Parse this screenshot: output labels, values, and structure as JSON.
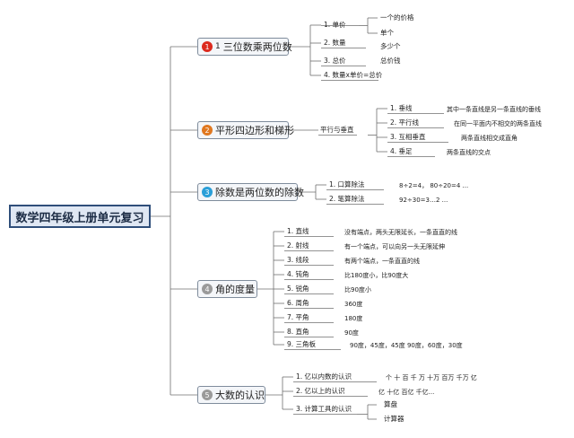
{
  "root": {
    "title": "数学四年级上册单元复习"
  },
  "badge_color": "#dc5a1e",
  "branches": [
    {
      "num": "1",
      "prefix": "1",
      "title": "三位数乘两位数",
      "items": [
        {
          "label": "1. 单价",
          "subs": [
            "一个的价格",
            "单个"
          ]
        },
        {
          "label": "2. 数量",
          "value": "多少个"
        },
        {
          "label": "3. 总价",
          "value": "总价钱"
        },
        {
          "label": "4. 数量x单价=总价"
        }
      ]
    },
    {
      "num": "2",
      "title": "平形四边形和梯形",
      "mid": "平行与垂直",
      "items": [
        {
          "label": "1. 垂线",
          "value": "其中一条直线是另一条直线的垂线"
        },
        {
          "label": "2. 平行线",
          "value": "在同一平面内不相交的两条直线"
        },
        {
          "label": "3. 互相垂直",
          "value": "两条直线相交成直角"
        },
        {
          "label": "4. 垂足",
          "value": "两条直线的交点"
        }
      ]
    },
    {
      "num": "3",
      "title": "除数是两位数的除数",
      "items": [
        {
          "label": "1. 口算除法",
          "value": "8÷2=4， 80÷20=4 ..."
        },
        {
          "label": "2. 笔算除法",
          "value": "92÷30=3…2 ..."
        }
      ]
    },
    {
      "num": "4",
      "title": "角的度量",
      "items": [
        {
          "label": "1. 直线",
          "value": "没有端点，两头无限延长，一条直直的线"
        },
        {
          "label": "2. 射线",
          "value": "有一个端点，可以向另一头无限延伸"
        },
        {
          "label": "3. 线段",
          "value": "有两个端点，一条直直的线"
        },
        {
          "label": "4. 钝角",
          "value": "比180度小，比90度大"
        },
        {
          "label": "5. 锐角",
          "value": "比90度小"
        },
        {
          "label": "6. 周角",
          "value": "360度"
        },
        {
          "label": "7. 平角",
          "value": "180度"
        },
        {
          "label": "8. 直角",
          "value": "90度"
        },
        {
          "label": "9. 三角板",
          "value": "90度，45度，45度 90度，60度，30度"
        }
      ]
    },
    {
      "num": "5",
      "title": "大数的认识",
      "items": [
        {
          "label": "1. 亿以内数的认识",
          "value": "个 十 百 千 万 十万 百万 千万 亿"
        },
        {
          "label": "2. 亿以上的认识",
          "value": "亿 十亿 百亿 千亿..."
        },
        {
          "label": "3. 计算工具的认识",
          "subs": [
            "算盘",
            "计算器"
          ]
        }
      ]
    }
  ]
}
